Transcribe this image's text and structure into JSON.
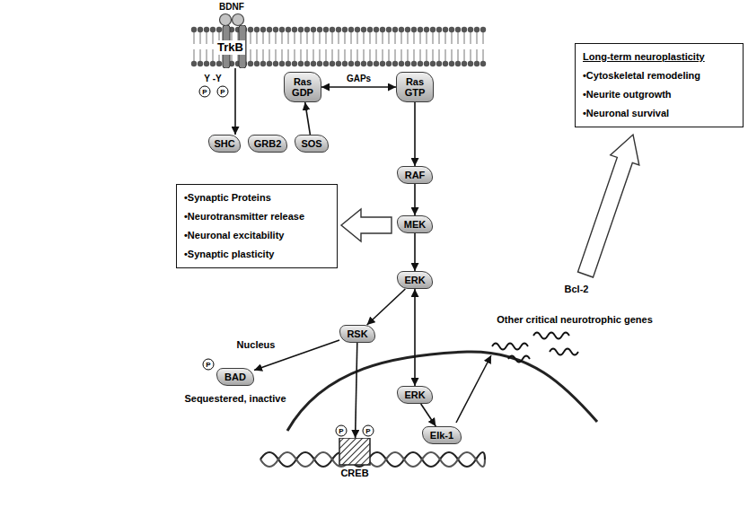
{
  "diagram": {
    "nodes": [
      {
        "text": [
          "BDNF"
        ]
      },
      {
        "text": [
          "TrkB"
        ]
      },
      {
        "text": [
          "Ras GDP"
        ]
      },
      {
        "text": [
          "Ras GTP"
        ]
      },
      {
        "text": [
          "Long-term neuroplasticity",
          "•Cytoskeletal remodeling",
          "•Neurite outgrowth",
          "•Neuronal survival"
        ]
      },
      {
        "text": [
          "SHC"
        ]
      },
      {
        "text": [
          "GRB2"
        ]
      },
      {
        "text": [
          "SOS"
        ]
      },
      {
        "text": [
          "RAF"
        ]
      },
      {
        "text": [
          "•Synaptic Proteins",
          "•Neurotransmitter release",
          "•Neuronal excitability",
          "•Synaptic plasticity"
        ]
      },
      {
        "text": [
          "MEK"
        ]
      },
      {
        "text": [
          "ERK"
        ]
      },
      {
        "text": [
          "RSK"
        ]
      },
      {
        "text": [
          "BAD"
        ]
      },
      {
        "text": [
          "ERK"
        ]
      },
      {
        "text": [
          "Elk-1"
        ]
      },
      {
        "text": [
          "CREB"
        ]
      }
    ],
    "edges": [
      {
        "from": 1,
        "to": 5,
        "arrow": "to"
      },
      {
        "from": 7,
        "to": 2,
        "arrow": "to"
      },
      {
        "from": 2,
        "to": 3,
        "label": "GAPs",
        "arrow": "both"
      },
      {
        "from": 3,
        "to": 8,
        "arrow": "to"
      },
      {
        "from": 8,
        "to": 10,
        "arrow": "to"
      },
      {
        "from": 10,
        "to": 11,
        "arrow": "to"
      },
      {
        "from": 11,
        "to": 12,
        "arrow": "to"
      },
      {
        "from": 11,
        "to": 14,
        "arrow": "both"
      },
      {
        "from": 12,
        "to": 13,
        "arrow": "to"
      },
      {
        "from": 12,
        "to": 16,
        "arrow": "to"
      },
      {
        "from": 14,
        "to": 15,
        "arrow": "to"
      }
    ],
    "labels": [
      "Y -Y",
      "P",
      "P",
      "Nucleus",
      "P",
      "Sequestered, inactive",
      "P",
      "P",
      "Bcl-2",
      "Other critical neurotrophic genes"
    ]
  }
}
